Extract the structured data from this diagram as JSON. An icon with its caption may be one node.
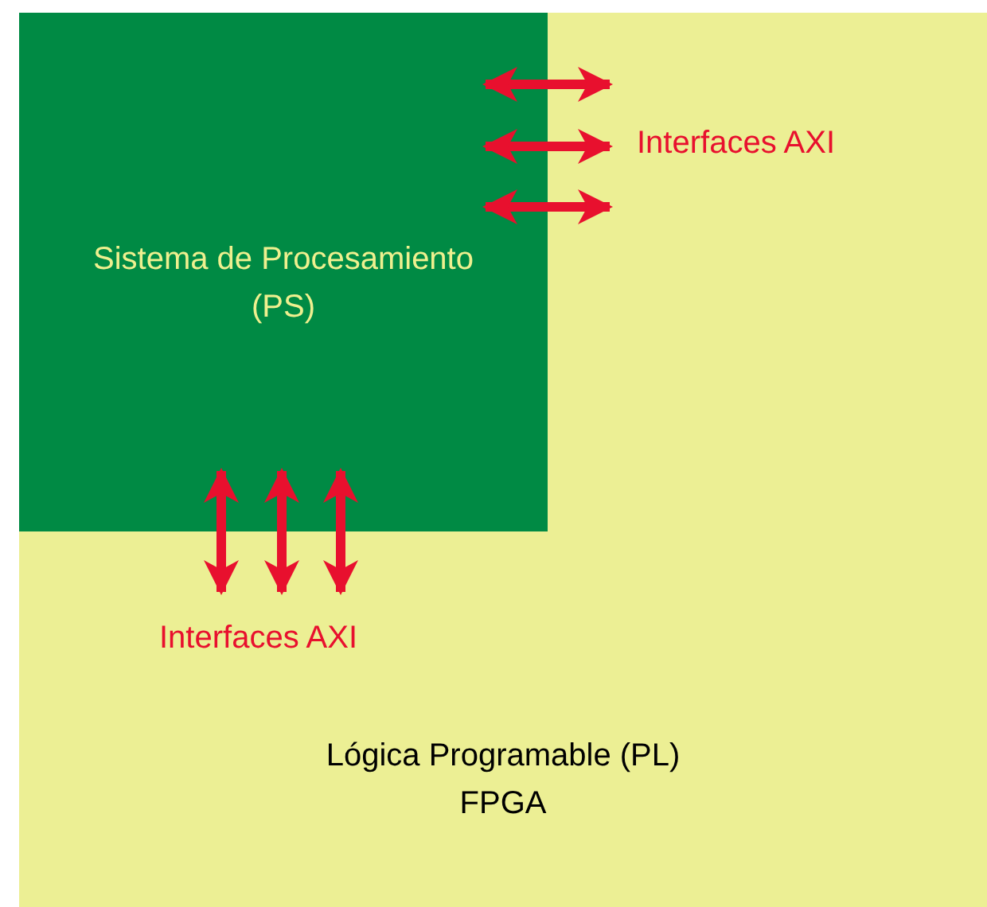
{
  "diagram": {
    "nodes": [
      {
        "text": [
          "Lógica Programable (PL) FPGA"
        ]
      },
      {
        "text": [
          "Sistema de Procesamiento (PS)"
        ],
        "in": 0
      }
    ],
    "labels": [
      "Interfaces AXI",
      "Interfaces AXI"
    ]
  }
}
